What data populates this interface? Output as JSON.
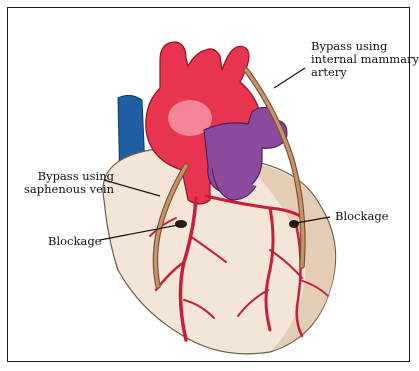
{
  "labels": {
    "bypass_mammary": [
      "Bypass using",
      "internal mammary",
      "artery"
    ],
    "bypass_saphenous": [
      "Bypass using",
      "saphenous vein"
    ],
    "blockage_left": "Blockage",
    "blockage_right": "Blockage"
  },
  "colors": {
    "aorta": "#e8344f",
    "aorta_highlight": "#f7a0b0",
    "vena_cava": "#1f5fa3",
    "pulmonary": "#8b4a9c",
    "heart_body": "#f3e6d6",
    "heart_shade": "#e3cdb4",
    "coronary": "#c81e3a",
    "graft": "#b07a4e",
    "line": "#111111"
  }
}
